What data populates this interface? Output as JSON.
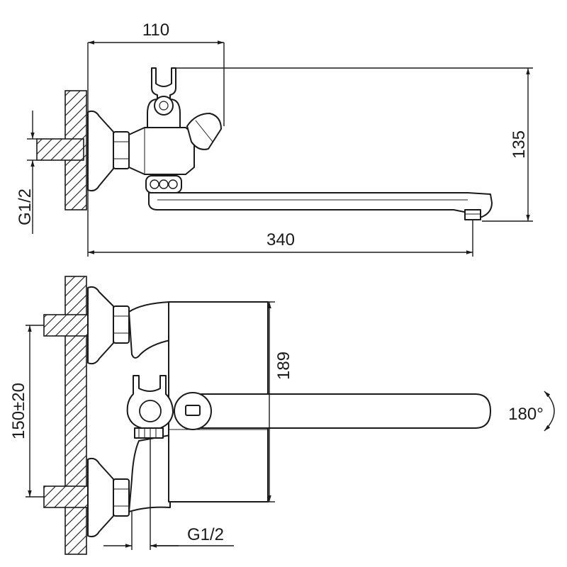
{
  "drawing": {
    "side_view": {
      "dim_reach_top": "110",
      "dim_height": "135",
      "dim_total_length": "340",
      "dim_thread": "G1/2"
    },
    "top_view": {
      "dim_spacing": "150±20",
      "dim_body_height": "189",
      "dim_thread": "G1/2",
      "dim_rotation": "180°"
    }
  }
}
